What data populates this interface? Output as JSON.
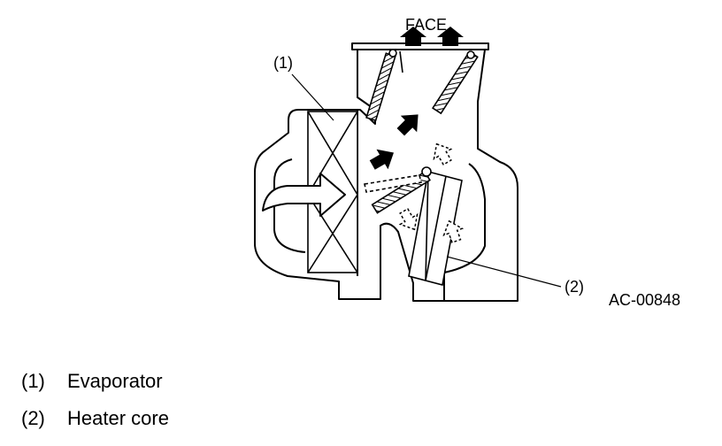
{
  "diagram": {
    "face_label": "FACE",
    "callout_1": "(1)",
    "callout_2": "(2)",
    "figure_code": "AC-00848"
  },
  "legend": [
    {
      "num": "(1)",
      "label": "Evaporator"
    },
    {
      "num": "(2)",
      "label": "Heater core"
    }
  ]
}
